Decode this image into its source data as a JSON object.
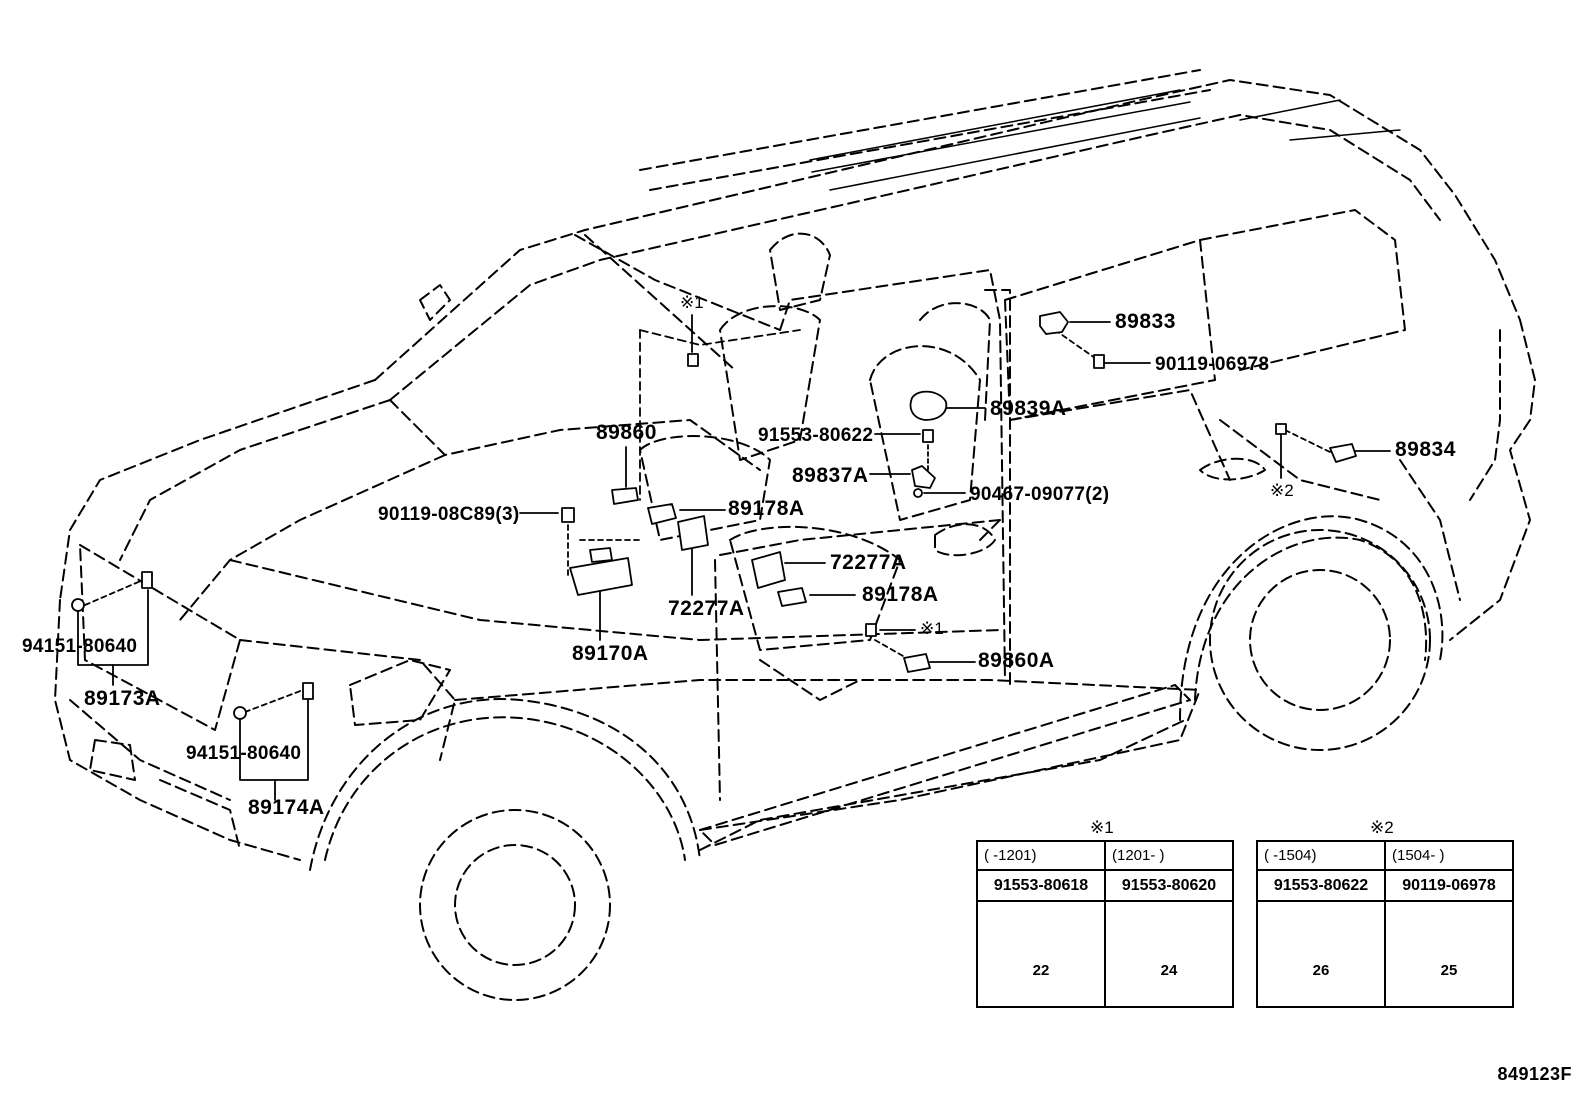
{
  "labels": {
    "p89833": "89833",
    "p90119_06978": "90119-06978",
    "p89839A": "89839A",
    "p91553_80622": "91553-80622",
    "p89834": "89834",
    "p89837A": "89837A",
    "p90467_09077": "90467-09077(2)",
    "p89860": "89860",
    "p89178A_top": "89178A",
    "p90119_08C89": "90119-08C89(3)",
    "p72277A_right": "72277A",
    "p89178A_bottom": "89178A",
    "p72277A_left": "72277A",
    "p89170A": "89170A",
    "p89860A": "89860A",
    "p94151_80640_a": "94151-80640",
    "p89173A": "89173A",
    "p94151_80640_b": "94151-80640",
    "p89174A": "89174A"
  },
  "refs": {
    "note1_top": "※1",
    "note1_bottom": "※1",
    "note2": "※2",
    "table1_title": "※1",
    "table2_title": "※2"
  },
  "table1": {
    "col1_range": "(      -1201)",
    "col2_range": "(1201-      )",
    "col1_part": "91553-80618",
    "col2_part": "91553-80620",
    "col1_dim": "22",
    "col2_dim": "24"
  },
  "table2": {
    "col1_range": "(      -1504)",
    "col2_range": "(1504-      )",
    "col1_part": "91553-80622",
    "col2_part": "90119-06978",
    "col1_dim": "26",
    "col2_dim": "25"
  },
  "figure_code": "849123F"
}
